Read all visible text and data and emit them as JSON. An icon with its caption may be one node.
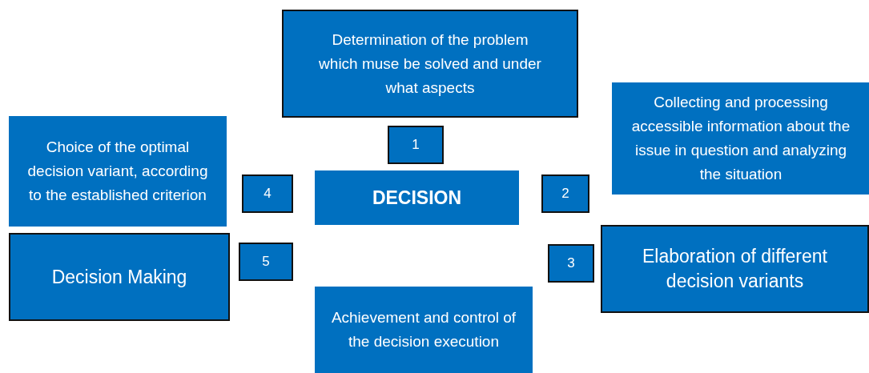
{
  "diagram": {
    "nodes": [
      {
        "text": [
          "Determination of the problem which muse be solved and under what aspects"
        ]
      },
      {
        "text": [
          "Collecting and processing accessible information about the issue in question and analyzing the situation"
        ]
      },
      {
        "text": [
          "Choice of the optimal decision variant, according to the established criterion"
        ]
      },
      {
        "text": [
          "1"
        ]
      },
      {
        "text": [
          "4"
        ]
      },
      {
        "text": [
          "DECISION"
        ]
      },
      {
        "text": [
          "2"
        ]
      },
      {
        "text": [
          "Decision Making"
        ]
      },
      {
        "text": [
          "5"
        ]
      },
      {
        "text": [
          "3"
        ]
      },
      {
        "text": [
          "Elaboration of different decision variants"
        ]
      },
      {
        "text": [
          "Achievement and control of the decision execution"
        ]
      }
    ]
  }
}
